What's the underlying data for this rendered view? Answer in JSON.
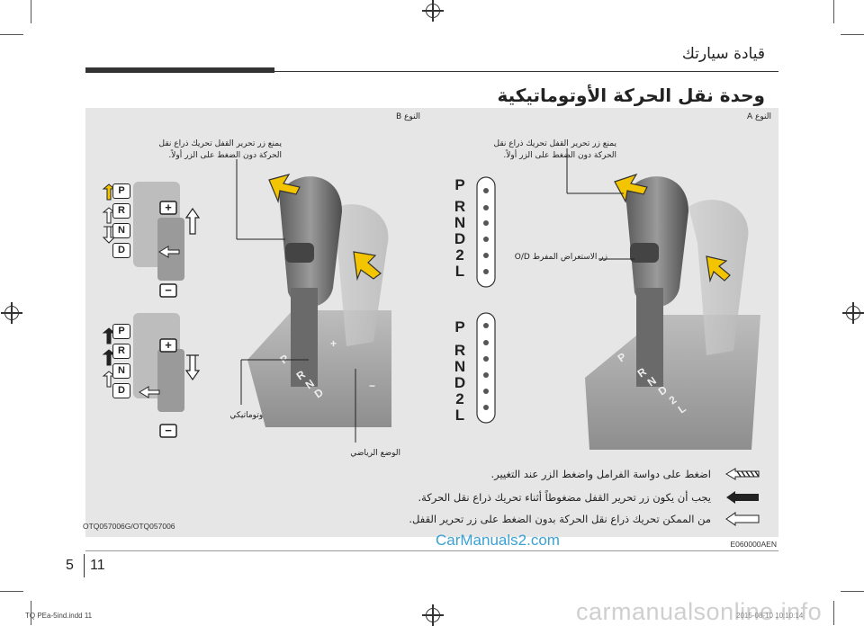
{
  "header": {
    "section_title": "قيادة سيارتك",
    "page_heading": "وحدة نقل الحركة الأوتوماتيكية"
  },
  "figure": {
    "type_a_label": "النوع A",
    "type_b_label": "النوع B",
    "note_a": "يمنع زر تحرير القفل تحريك ذراع نقل الحركة دون الضغط على الزر أولاً.",
    "note_b": "يمنع زر تحرير القفل تحريك ذراع نقل الحركة دون الضغط على الزر أولاً.",
    "overdrive_label": "زر الاستعراض المفرط O/D",
    "auto_mode_label": "الوضع الأوتوماتيكي",
    "sport_mode_label": "الوضع الرياضي",
    "gate_letters": [
      "P",
      "R",
      "N",
      "D",
      "2",
      "L"
    ],
    "mini_keys": [
      "P",
      "R",
      "N",
      "D"
    ],
    "legend": [
      "اضغط على دواسة الفرامل واضغط الزر عند التغيير.",
      "يجب أن يكون زر تحرير القفل مضغوطاً أثناء تحريك ذراع نقل الحركة.",
      "من الممكن تحريك ذراع نقل الحركة بدون الضغط على زر تحرير القفل."
    ],
    "code_left": "OTQ057006G/OTQ057006",
    "code_right": "E060000AEN"
  },
  "footer": {
    "page_left": "5",
    "page_right": "11",
    "watermark": "CarManuals2.com",
    "file_label": "TQ PEa-5ind.indd   11",
    "date_label": "2015-08-10   10:10:14",
    "site": "carmanualsonline.info"
  },
  "colors": {
    "shift_arrow": "#f3c400",
    "shift_arrow_border": "#333333",
    "panel_bg": "#e6e6e6"
  }
}
